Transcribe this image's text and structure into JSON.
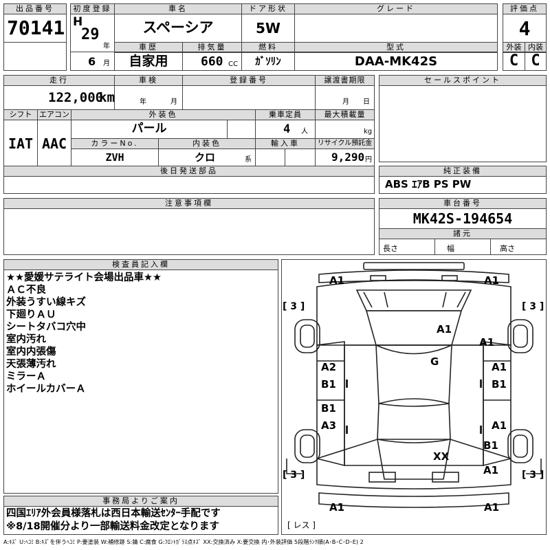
{
  "header": {
    "lot_label": "出品番号",
    "lot_no": "70141",
    "first_reg_label": "初度登録",
    "era": "H",
    "year": "29",
    "year_unit": "年",
    "month": "6",
    "month_unit": "月",
    "car_name_label": "車名",
    "car_name": "スペーシア",
    "door_label": "ドア形状",
    "door": "5W",
    "grade_label": "グレード",
    "grade": "",
    "score_label": "評価点",
    "score": "4",
    "history_label": "車歴",
    "history": "自家用",
    "displacement_label": "排気量",
    "displacement": "660",
    "cc": "CC",
    "fuel_label": "燃料",
    "fuel": "ｶﾞｿﾘﾝ",
    "model_label": "型式",
    "model": "DAA-MK42S",
    "ext_label": "外装",
    "ext": "C",
    "int_label": "内装",
    "int": "C"
  },
  "row2": {
    "mileage_label": "走行",
    "mileage": "122,000",
    "km": "km",
    "inspection_label": "車検",
    "nen": "年",
    "tsuki": "月",
    "reg_no_label": "登録番号",
    "transfer_label": "譲渡書期限",
    "tsuki2": "月",
    "hi": "日",
    "sales_label": "セールスポイント"
  },
  "row3": {
    "shift_label": "シフト",
    "shift": "IAT",
    "ac_label": "エアコン",
    "ac": "AAC",
    "color_label": "外装色",
    "color": "パール",
    "capacity_label": "乗車定員",
    "capacity": "4",
    "nin": "人",
    "load_label": "最大積載量",
    "kg": "kg",
    "color_no_label": "カラーNo.",
    "color_no": "ZVH",
    "interior_color_label": "内装色",
    "interior_color": "クロ",
    "kei": "系",
    "import_label": "輸入車",
    "recycle_label": "リサイクル預託金",
    "recycle": "9,290",
    "yen": "円",
    "later_parts_label": "後日発送部品",
    "equip_label": "純正装備",
    "equip": "ABS ｴｱB PS PW"
  },
  "row4": {
    "caution_label": "注意事項欄",
    "chassis_label": "車台番号",
    "chassis": "MK42S-194654",
    "dims_label": "諸元",
    "length": "長さ",
    "width": "幅",
    "height": "高さ"
  },
  "inspector": {
    "label": "検査員記入欄",
    "notes": [
      "★★愛媛サテライト会場出品車★★",
      "ＡＣ不良",
      "外装うすい線キズ",
      "下廻りＡＵ",
      "シートタバコ穴中",
      "室内汚れ",
      "室内内張傷",
      "天張薄汚れ",
      "ミラーＡ",
      "ホイールカバーＡ"
    ]
  },
  "office": {
    "label": "事務局よりご案内",
    "lines": [
      "四国ｴﾘｱ外会員様落札は西日本輸送ｾﾝﾀｰ手配です",
      "※8/18開催分より一部輸送料金改定となります"
    ]
  },
  "diagram": {
    "marks": {
      "a1_tl": "A1",
      "a1_tr": "A1",
      "three_ul": "[ 3 ]",
      "three_ur": "[ 3 ]",
      "a1_hood": "A1",
      "a1_rf": "A1",
      "g_glass": "G",
      "a2_l": "A2",
      "b1_l": "B1",
      "a1_r1": "A1",
      "b1_r1": "B1",
      "b1_l2": "B1",
      "a3_l": "A3",
      "a1_r2": "A1",
      "xx_rear": "XX",
      "b1_r3": "B1",
      "a1_r3": "A1",
      "three_ll": "[ 3 ]",
      "three_lr": "[ 3 ]",
      "a1_bl": "A1",
      "a1_br": "A1",
      "res": "[ レス ]"
    }
  },
  "legend": "A:ｷｽﾞ U:ﾍｺﾐ B:ｷｽﾞを伴うﾍｺﾐ P:要塗装 W:補修跡 S:錆 C:腐食 G:ﾌﾛﾝﾄｶﾞﾗｽ点ｷｽﾞ XX:交換済み X:要交換 内･外装評価 5段階ﾗﾝｸ順(A･B･C･D･E) 2"
}
